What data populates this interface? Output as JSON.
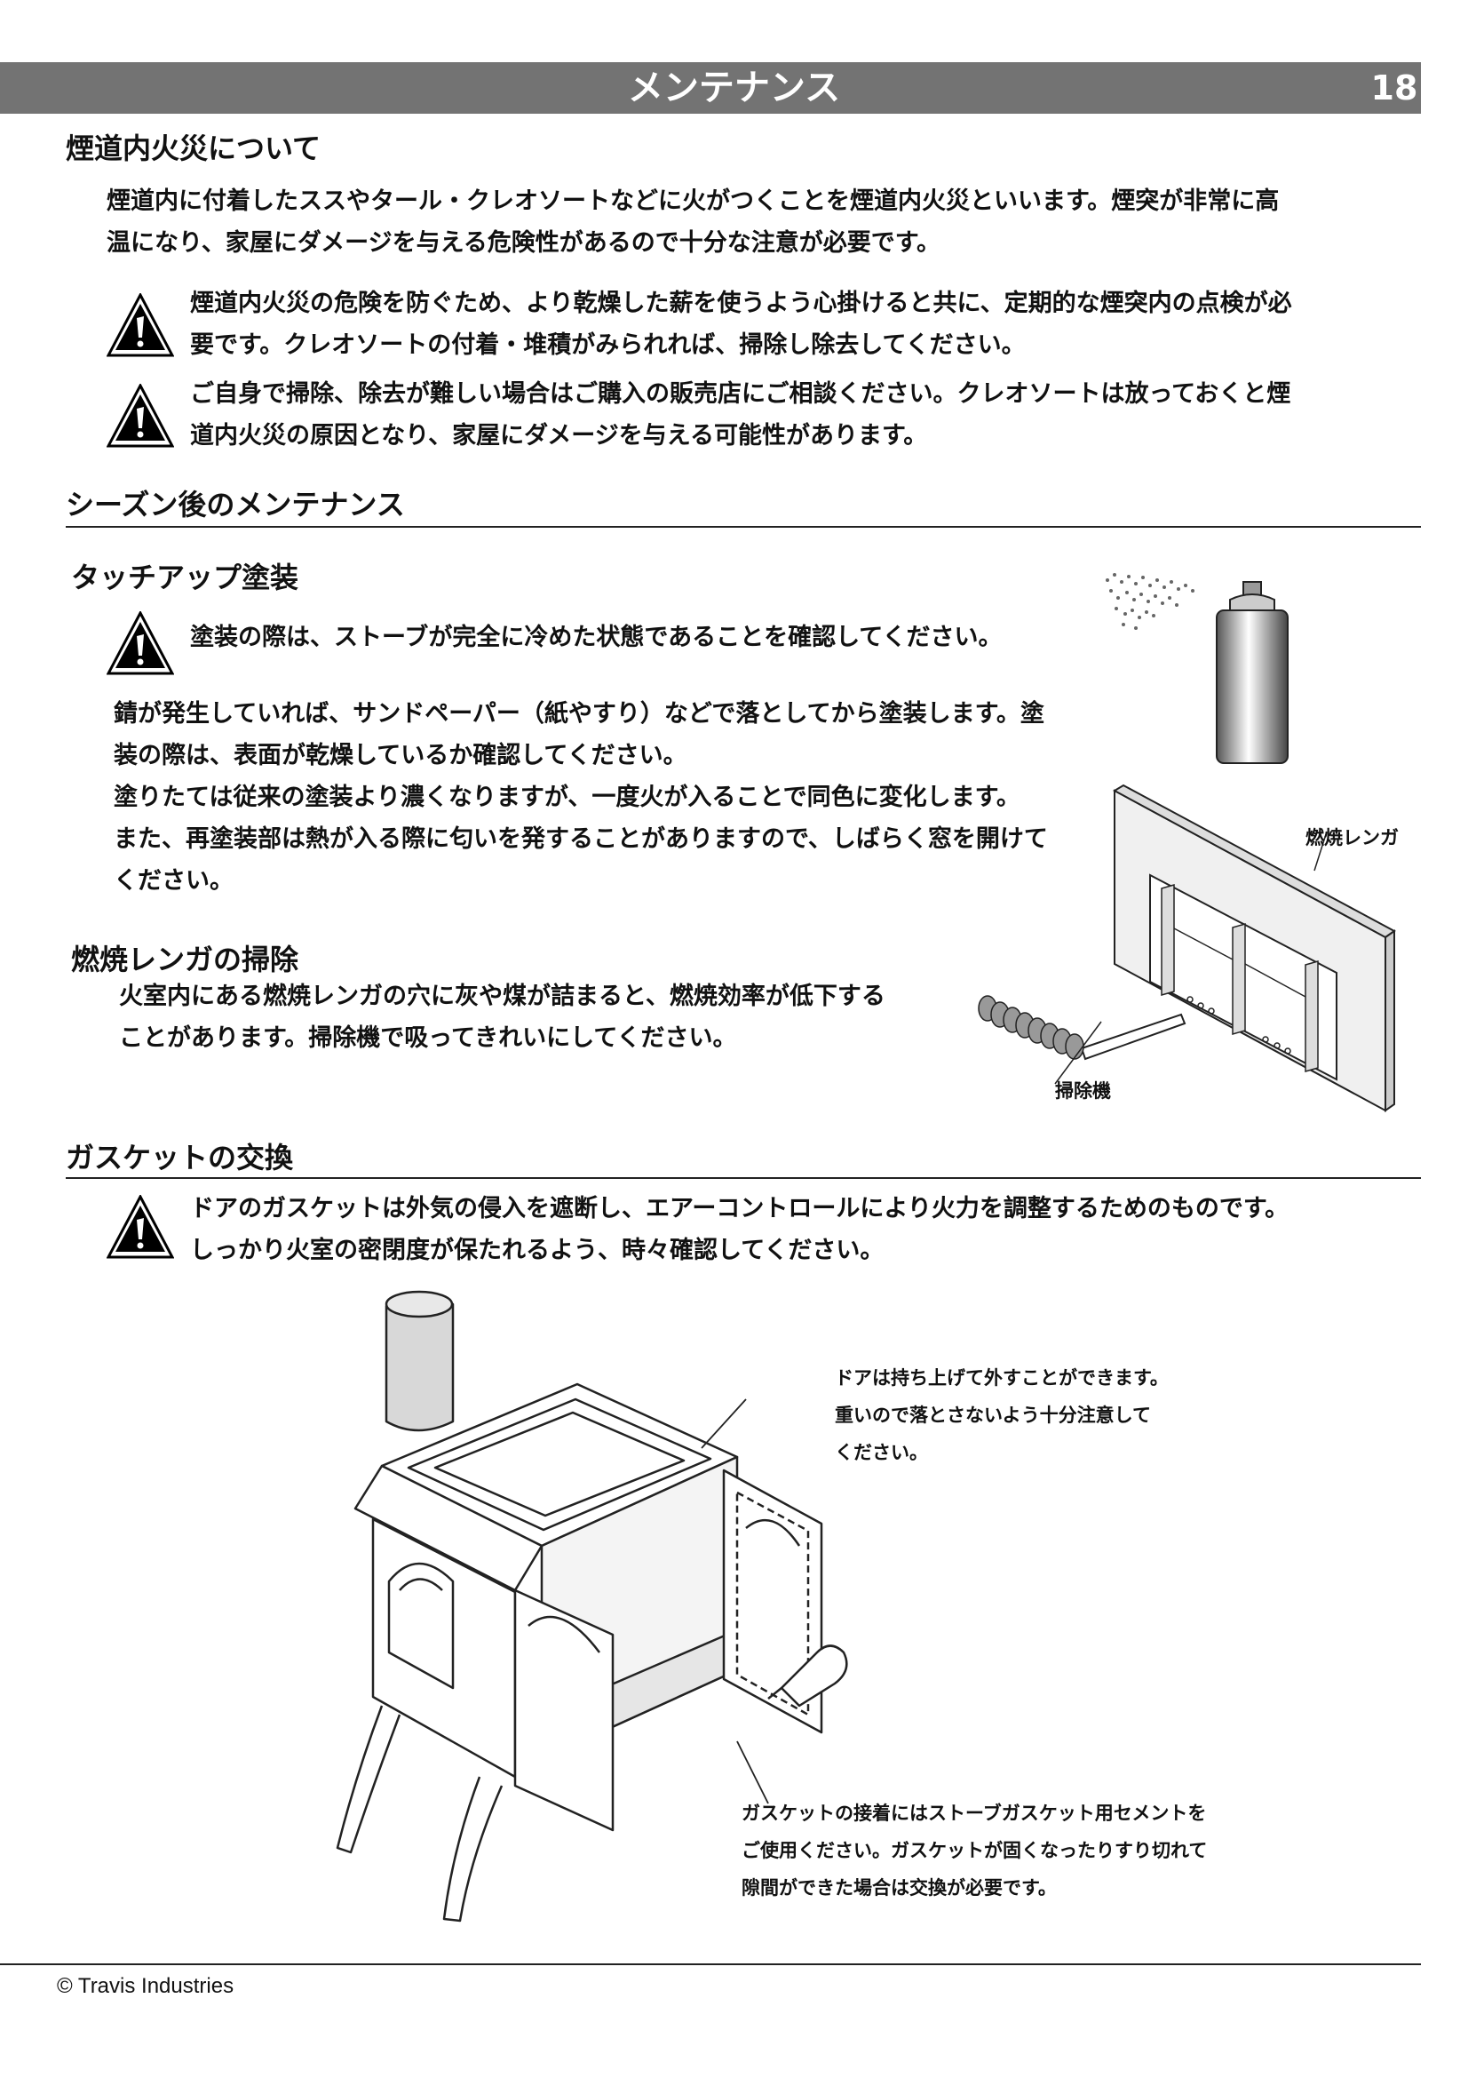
{
  "header": {
    "title": "メンテナンス",
    "page_number": "18"
  },
  "section1": {
    "heading": "煙道内火災について",
    "intro": [
      "煙道内に付着したススやタール・クレオソートなどに火がつくことを煙道内火災といいます。煙突が非常に高",
      "温になり、家屋にダメージを与える危険性があるので十分な注意が必要です。"
    ],
    "warning1": [
      "煙道内火災の危険を防ぐため、より乾燥した薪を使うよう心掛けると共に、定期的な煙突内の点検が必",
      "要です。クレオソートの付着・堆積がみられれば、掃除し除去してください。"
    ],
    "warning2": [
      "ご自身で掃除、除去が難しい場合はご購入の販売店にご相談ください。クレオソートは放っておくと煙",
      "道内火災の原因となり、家屋にダメージを与える可能性があります。"
    ]
  },
  "section2": {
    "heading": "シーズン後のメンテナンス",
    "touchup": {
      "heading": "タッチアップ塗装",
      "warning": "塗装の際は、ストーブが完全に冷めた状態であることを確認してください。",
      "body": [
        "錆が発生していれば、サンドペーパー（紙やすり）などで落としてから塗装します。塗",
        "装の際は、表面が乾燥しているか確認してください。",
        "塗りたては従来の塗装より濃くなりますが、一度火が入ることで同色に変化します。",
        "また、再塗装部は熱が入る際に匂いを発することがありますので、しばらく窓を開けて",
        "ください。"
      ]
    },
    "brick": {
      "heading": "燃焼レンガの掃除",
      "body": [
        "火室内にある燃焼レンガの穴に灰や煤が詰まると、燃焼効率が低下する",
        "ことがあります。掃除機で吸ってきれいにしてください。"
      ],
      "label_brick": "燃焼レンガ",
      "label_vacuum": "掃除機"
    }
  },
  "section3": {
    "heading": "ガスケットの交換",
    "warning": [
      "ドアのガスケットは外気の侵入を遮断し、エアーコントロールにより火力を調整するためのものです。",
      "しっかり火室の密閉度が保たれるよう、時々確認してください。"
    ],
    "caption_door": [
      "ドアは持ち上げて外すことができます。",
      "重いので落とさないよう十分注意して",
      "ください。"
    ],
    "caption_gasket": [
      "ガスケットの接着にはストーブガスケット用セメントを",
      "ご使用ください。ガスケットが固くなったりすり切れて",
      "隙間ができた場合は交換が必要です。"
    ]
  },
  "footer": {
    "copyright": "© Travis Industries"
  }
}
